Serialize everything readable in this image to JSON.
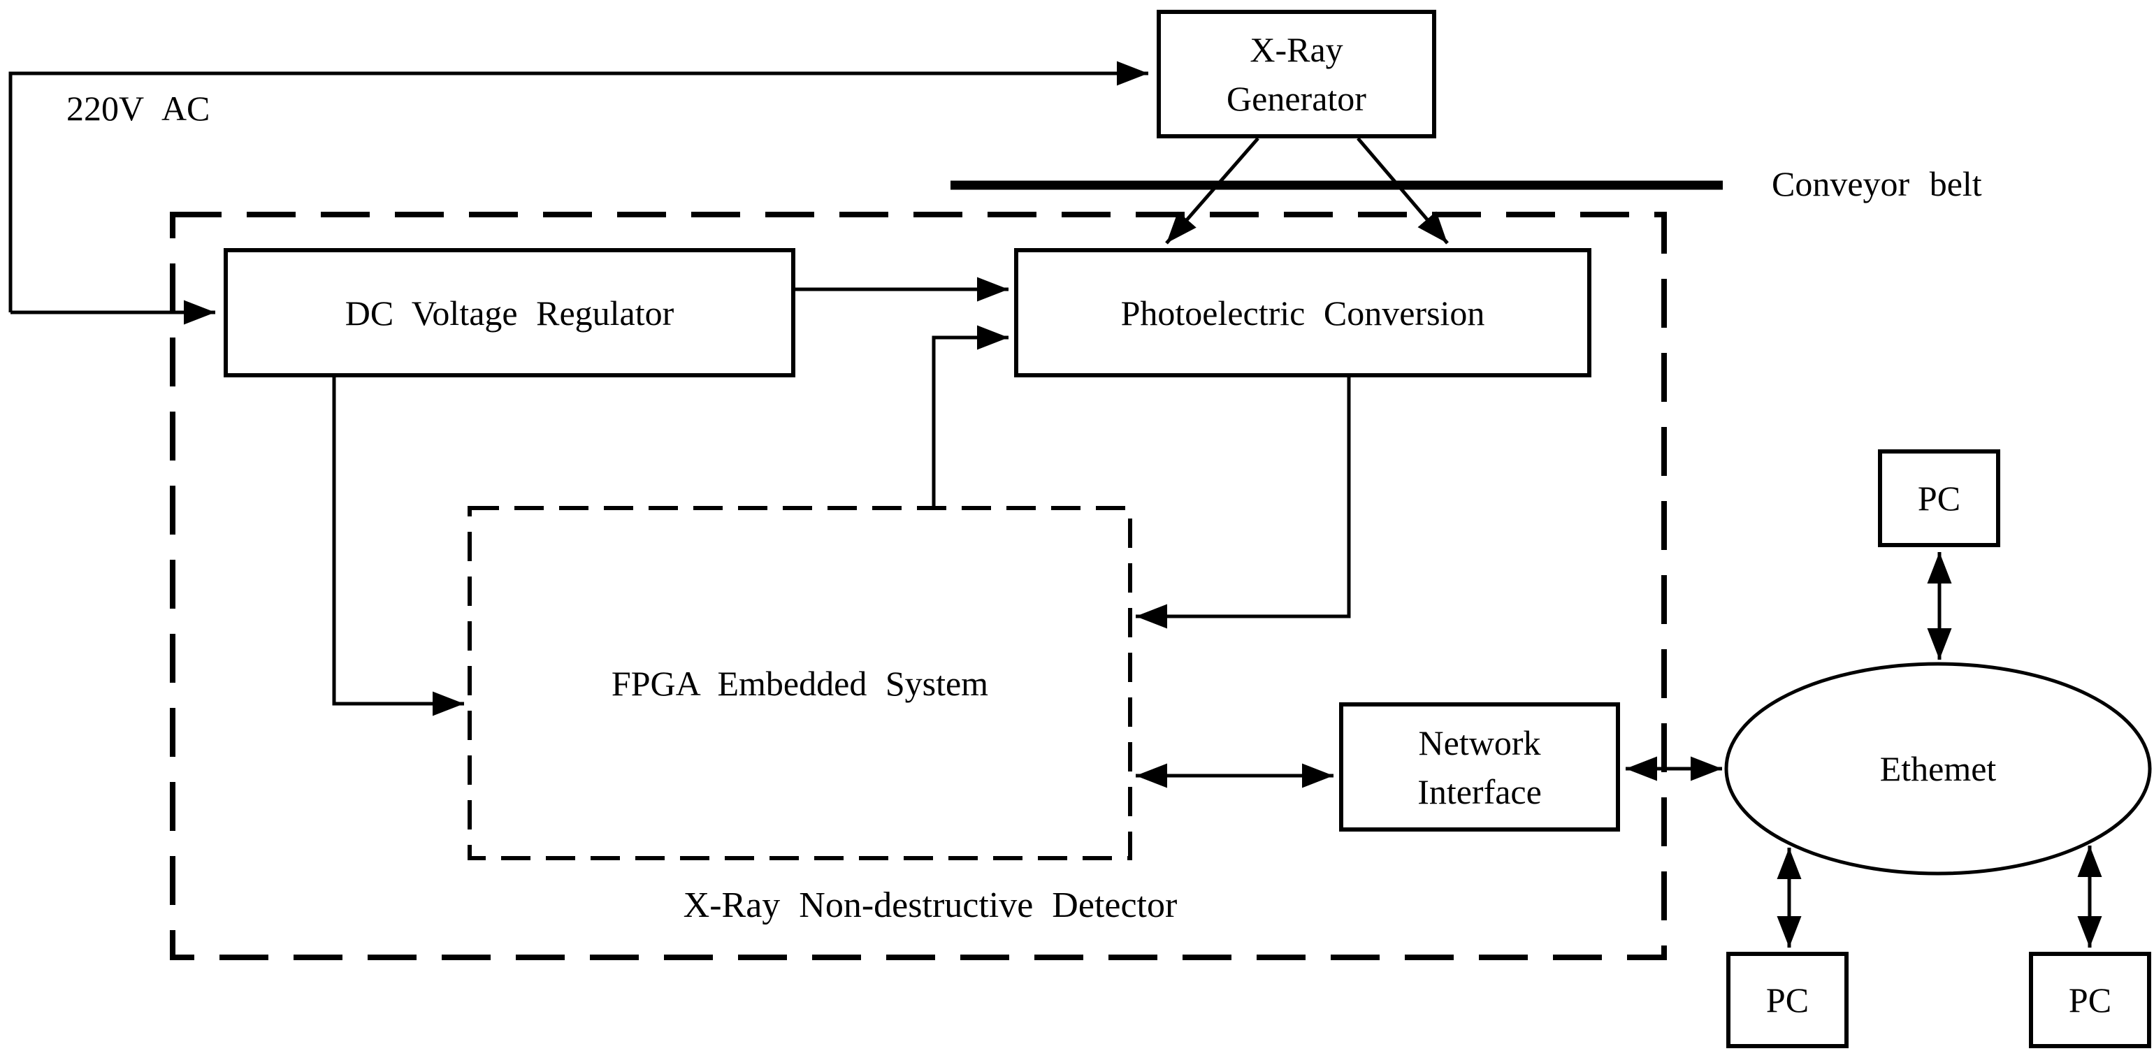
{
  "diagram": {
    "title_caption": "X-Ray  Non-destructive  Detector",
    "annotations": {
      "power_source": "220V  AC",
      "conveyor": "Conveyor  belt"
    },
    "nodes": {
      "xray_generator": {
        "line1": "X-Ray",
        "line2": "Generator"
      },
      "dc_regulator": {
        "label": "DC  Voltage  Regulator"
      },
      "photoelectric": {
        "label": "Photoelectric  Conversion"
      },
      "fpga": {
        "label": "FPGA  Embedded  System"
      },
      "network_interface": {
        "line1": "Network",
        "line2": "Interface"
      },
      "ethernet": {
        "label": "Ethemet"
      },
      "pc_top": {
        "label": "PC"
      },
      "pc_bottom_left": {
        "label": "PC"
      },
      "pc_bottom_right": {
        "label": "PC"
      }
    },
    "colors": {
      "line": "#000000",
      "background": "#ffffff"
    }
  }
}
